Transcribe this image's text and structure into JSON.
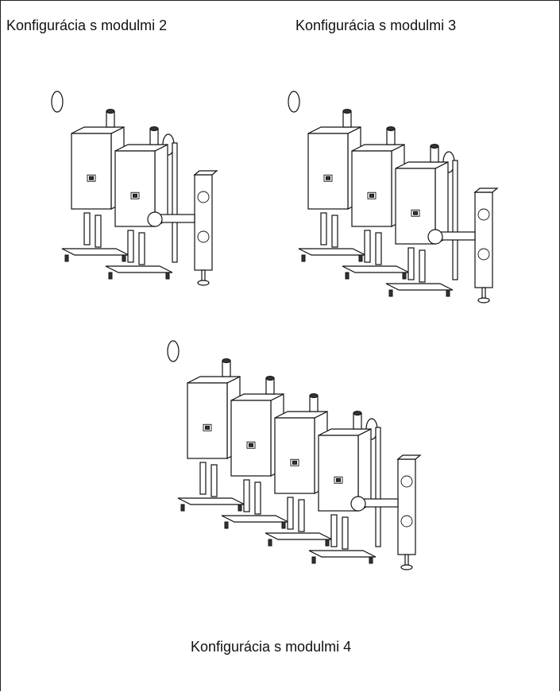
{
  "captions": {
    "two_modules": "Konfigurácia s modulmi 2",
    "three_modules": "Konfigurácia s modulmi 3",
    "four_modules": "Konfigurácia s modulmi 4"
  },
  "figures": {
    "two_modules": {
      "module_count": 2
    },
    "three_modules": {
      "module_count": 3
    },
    "four_modules": {
      "module_count": 4
    }
  }
}
